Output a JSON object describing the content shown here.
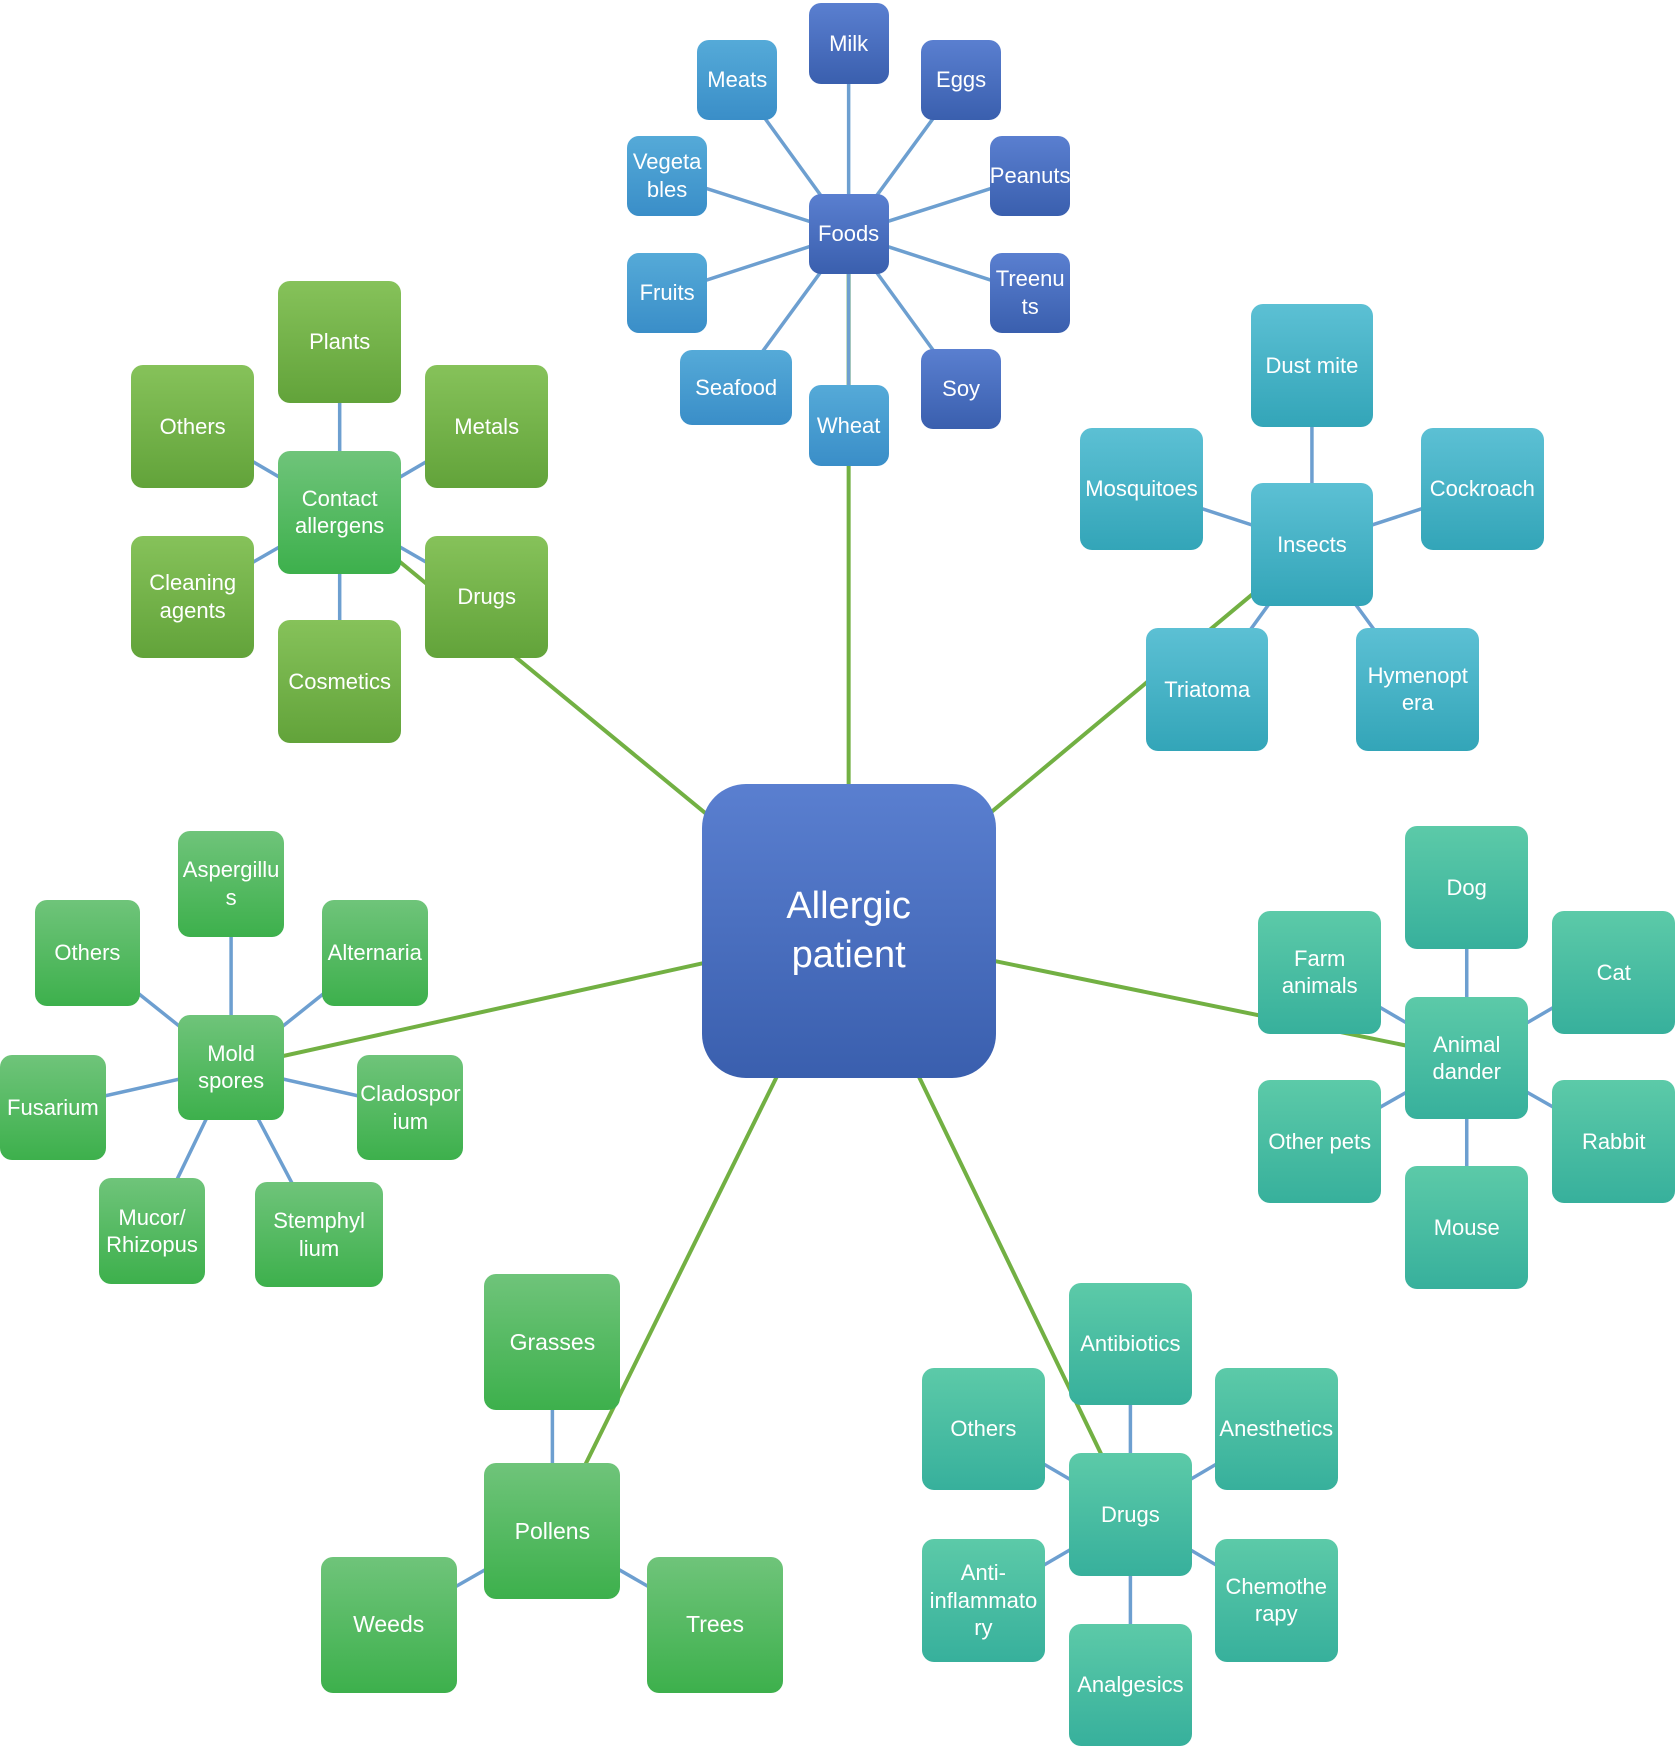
{
  "colors": {
    "blue": [
      "#5a7fd0",
      "#3a5fae"
    ],
    "lightblue": [
      "#55aad8",
      "#3a8ec8"
    ],
    "cyan": [
      "#5cc0d4",
      "#33a5b8"
    ],
    "teal": [
      "#5ccaa8",
      "#37b09c"
    ],
    "green": [
      "#6fc47a",
      "#3db04c"
    ],
    "olive": [
      "#86c25a",
      "#62a33a"
    ],
    "link_green": "#72b043",
    "link_blue": "#6d9fd0"
  },
  "nodes": [
    {
      "id": "center",
      "label": "Allergic\npatient",
      "color": "blue"
    },
    {
      "id": "foods",
      "label": "Foods",
      "color": "blue"
    },
    {
      "id": "milk",
      "label": "Milk",
      "color": "blue"
    },
    {
      "id": "meats",
      "label": "Meats",
      "color": "lightblue"
    },
    {
      "id": "eggs",
      "label": "Eggs",
      "color": "blue"
    },
    {
      "id": "vegetables",
      "label": "Vegeta\nbles",
      "color": "lightblue"
    },
    {
      "id": "peanuts",
      "label": "Peanuts",
      "color": "blue"
    },
    {
      "id": "fruits",
      "label": "Fruits",
      "color": "lightblue"
    },
    {
      "id": "treenuts",
      "label": "Treenu\nts",
      "color": "blue"
    },
    {
      "id": "seafood",
      "label": "Seafood",
      "color": "lightblue"
    },
    {
      "id": "soy",
      "label": "Soy",
      "color": "blue"
    },
    {
      "id": "wheat",
      "label": "Wheat",
      "color": "lightblue"
    },
    {
      "id": "contact",
      "label": "Contact\nallergens",
      "color": "green"
    },
    {
      "id": "plants",
      "label": "Plants",
      "color": "olive"
    },
    {
      "id": "c_others",
      "label": "Others",
      "color": "olive"
    },
    {
      "id": "metals",
      "label": "Metals",
      "color": "olive"
    },
    {
      "id": "cleaning",
      "label": "Cleaning\nagents",
      "color": "olive"
    },
    {
      "id": "c_drugs",
      "label": "Drugs",
      "color": "olive"
    },
    {
      "id": "cosmetics",
      "label": "Cosmetics",
      "color": "olive"
    },
    {
      "id": "insects",
      "label": "Insects",
      "color": "cyan"
    },
    {
      "id": "dustmite",
      "label": "Dust mite",
      "color": "cyan"
    },
    {
      "id": "mosquitoes",
      "label": "Mosquitoes",
      "color": "cyan"
    },
    {
      "id": "cockroach",
      "label": "Cockroach",
      "color": "cyan"
    },
    {
      "id": "triatoma",
      "label": "Triatoma",
      "color": "cyan"
    },
    {
      "id": "hymenoptera",
      "label": "Hymenopt\nera",
      "color": "cyan"
    },
    {
      "id": "mold",
      "label": "Mold\nspores",
      "color": "green"
    },
    {
      "id": "aspergillus",
      "label": "Aspergillu\ns",
      "color": "green"
    },
    {
      "id": "m_others",
      "label": "Others",
      "color": "green"
    },
    {
      "id": "alternaria",
      "label": "Alternaria",
      "color": "green"
    },
    {
      "id": "fusarium",
      "label": "Fusarium",
      "color": "green"
    },
    {
      "id": "cladosporium",
      "label": "Cladospor\nium",
      "color": "green"
    },
    {
      "id": "mucor",
      "label": "Mucor/\nRhizopus",
      "color": "green"
    },
    {
      "id": "stemphylium",
      "label": "Stemphyl\nlium",
      "color": "green"
    },
    {
      "id": "animal",
      "label": "Animal\ndander",
      "color": "teal"
    },
    {
      "id": "dog",
      "label": "Dog",
      "color": "teal"
    },
    {
      "id": "farm",
      "label": "Farm\nanimals",
      "color": "teal"
    },
    {
      "id": "cat",
      "label": "Cat",
      "color": "teal"
    },
    {
      "id": "otherpets",
      "label": "Other pets",
      "color": "teal"
    },
    {
      "id": "rabbit",
      "label": "Rabbit",
      "color": "teal"
    },
    {
      "id": "mouse",
      "label": "Mouse",
      "color": "teal"
    },
    {
      "id": "pollens",
      "label": "Pollens",
      "color": "green"
    },
    {
      "id": "grasses",
      "label": "Grasses",
      "color": "green"
    },
    {
      "id": "weeds",
      "label": "Weeds",
      "color": "green"
    },
    {
      "id": "trees",
      "label": "Trees",
      "color": "green"
    },
    {
      "id": "drugs",
      "label": "Drugs",
      "color": "teal"
    },
    {
      "id": "antibiotics",
      "label": "Antibiotics",
      "color": "teal"
    },
    {
      "id": "d_others",
      "label": "Others",
      "color": "teal"
    },
    {
      "id": "anesthetics",
      "label": "Anesthetics",
      "color": "teal"
    },
    {
      "id": "antiinflam",
      "label": "Anti-\ninflammato\nry",
      "color": "teal"
    },
    {
      "id": "chemo",
      "label": "Chemothe\nrapy",
      "color": "teal"
    },
    {
      "id": "analgesics",
      "label": "Analgesics",
      "color": "teal"
    }
  ],
  "links": [
    {
      "from": "center",
      "to": "foods",
      "color": "link_green"
    },
    {
      "from": "center",
      "to": "contact",
      "color": "link_green"
    },
    {
      "from": "center",
      "to": "insects",
      "color": "link_green"
    },
    {
      "from": "center",
      "to": "mold",
      "color": "link_green"
    },
    {
      "from": "center",
      "to": "animal",
      "color": "link_green"
    },
    {
      "from": "center",
      "to": "pollens",
      "color": "link_green"
    },
    {
      "from": "center",
      "to": "drugs",
      "color": "link_green"
    },
    {
      "from": "foods",
      "to": "milk",
      "color": "link_blue"
    },
    {
      "from": "foods",
      "to": "meats",
      "color": "link_blue"
    },
    {
      "from": "foods",
      "to": "eggs",
      "color": "link_blue"
    },
    {
      "from": "foods",
      "to": "vegetables",
      "color": "link_blue"
    },
    {
      "from": "foods",
      "to": "peanuts",
      "color": "link_blue"
    },
    {
      "from": "foods",
      "to": "fruits",
      "color": "link_blue"
    },
    {
      "from": "foods",
      "to": "treenuts",
      "color": "link_blue"
    },
    {
      "from": "foods",
      "to": "seafood",
      "color": "link_blue"
    },
    {
      "from": "foods",
      "to": "soy",
      "color": "link_blue"
    },
    {
      "from": "foods",
      "to": "wheat",
      "color": "link_blue"
    },
    {
      "from": "contact",
      "to": "plants",
      "color": "link_blue"
    },
    {
      "from": "contact",
      "to": "c_others",
      "color": "link_blue"
    },
    {
      "from": "contact",
      "to": "metals",
      "color": "link_blue"
    },
    {
      "from": "contact",
      "to": "cleaning",
      "color": "link_blue"
    },
    {
      "from": "contact",
      "to": "c_drugs",
      "color": "link_blue"
    },
    {
      "from": "contact",
      "to": "cosmetics",
      "color": "link_blue"
    },
    {
      "from": "insects",
      "to": "dustmite",
      "color": "link_blue"
    },
    {
      "from": "insects",
      "to": "mosquitoes",
      "color": "link_blue"
    },
    {
      "from": "insects",
      "to": "cockroach",
      "color": "link_blue"
    },
    {
      "from": "insects",
      "to": "triatoma",
      "color": "link_blue"
    },
    {
      "from": "insects",
      "to": "hymenoptera",
      "color": "link_blue"
    },
    {
      "from": "mold",
      "to": "aspergillus",
      "color": "link_blue"
    },
    {
      "from": "mold",
      "to": "m_others",
      "color": "link_blue"
    },
    {
      "from": "mold",
      "to": "alternaria",
      "color": "link_blue"
    },
    {
      "from": "mold",
      "to": "fusarium",
      "color": "link_blue"
    },
    {
      "from": "mold",
      "to": "cladosporium",
      "color": "link_blue"
    },
    {
      "from": "mold",
      "to": "mucor",
      "color": "link_blue"
    },
    {
      "from": "mold",
      "to": "stemphylium",
      "color": "link_blue"
    },
    {
      "from": "animal",
      "to": "dog",
      "color": "link_blue"
    },
    {
      "from": "animal",
      "to": "farm",
      "color": "link_blue"
    },
    {
      "from": "animal",
      "to": "cat",
      "color": "link_blue"
    },
    {
      "from": "animal",
      "to": "otherpets",
      "color": "link_blue"
    },
    {
      "from": "animal",
      "to": "rabbit",
      "color": "link_blue"
    },
    {
      "from": "animal",
      "to": "mouse",
      "color": "link_blue"
    },
    {
      "from": "pollens",
      "to": "grasses",
      "color": "link_blue"
    },
    {
      "from": "pollens",
      "to": "weeds",
      "color": "link_blue"
    },
    {
      "from": "pollens",
      "to": "trees",
      "color": "link_blue"
    },
    {
      "from": "drugs",
      "to": "antibiotics",
      "color": "link_blue"
    },
    {
      "from": "drugs",
      "to": "d_others",
      "color": "link_blue"
    },
    {
      "from": "drugs",
      "to": "anesthetics",
      "color": "link_blue"
    },
    {
      "from": "drugs",
      "to": "antiinflam",
      "color": "link_blue"
    },
    {
      "from": "drugs",
      "to": "chemo",
      "color": "link_blue"
    },
    {
      "from": "drugs",
      "to": "analgesics",
      "color": "link_blue"
    }
  ]
}
